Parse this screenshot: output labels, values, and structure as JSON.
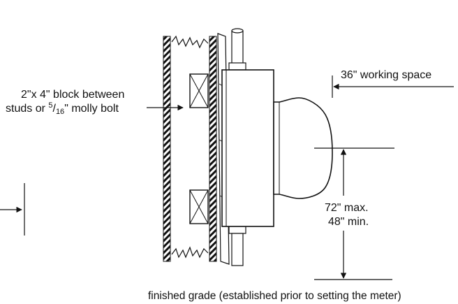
{
  "labels": {
    "block_line1": "2\"x 4\" block between",
    "block_line2_prefix": "studs or ",
    "frac_num": "5",
    "frac_sep": "/",
    "frac_den": "16",
    "block_line2_suffix": "\" molly bolt",
    "working_space": "36\" working space",
    "height_max": "72\" max.",
    "height_min": "48\" min.",
    "grade": "finished grade (established prior to setting the meter)"
  },
  "colors": {
    "ink": "#111111",
    "background": "#ffffff"
  }
}
